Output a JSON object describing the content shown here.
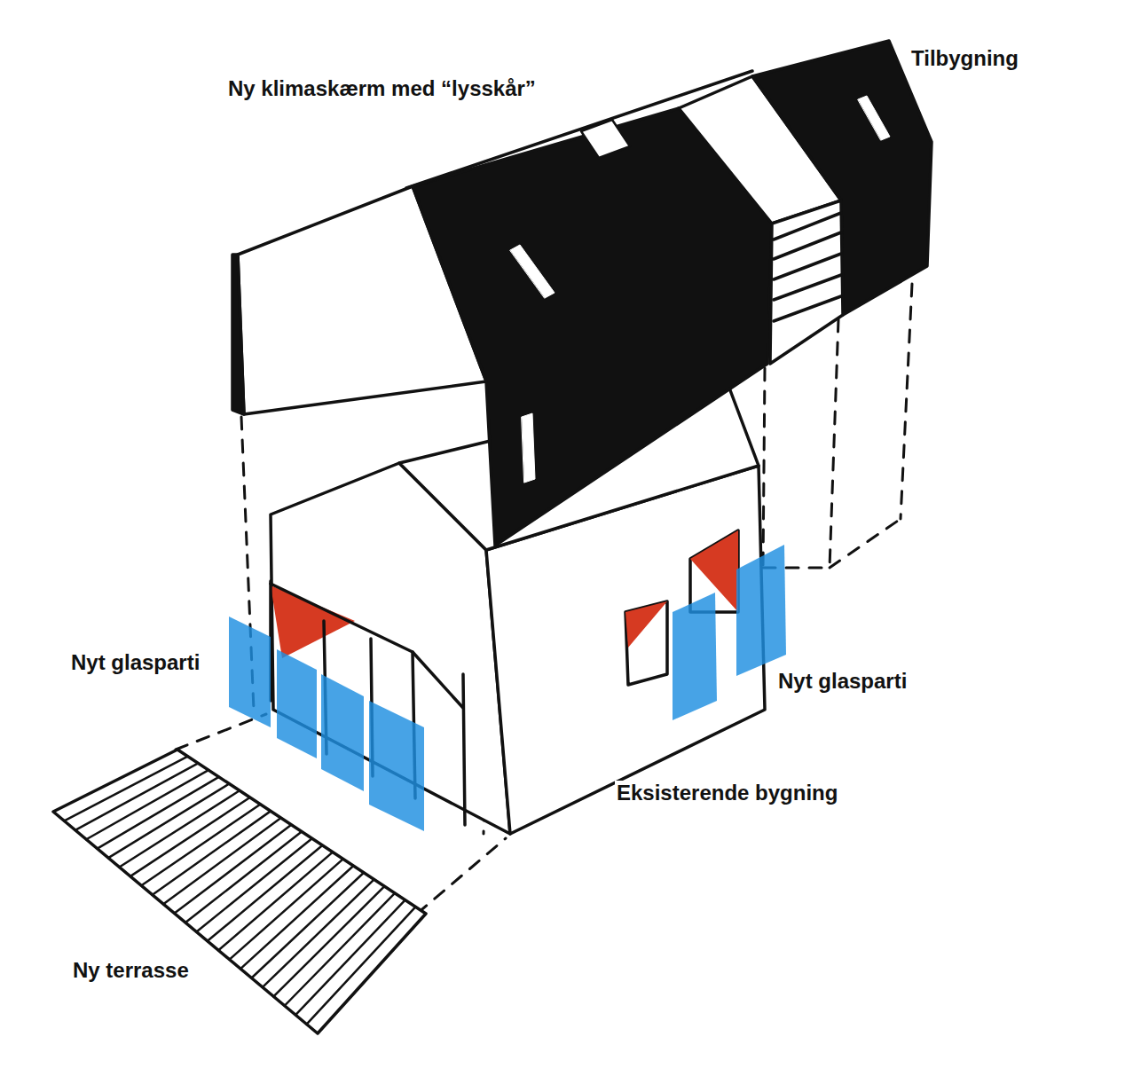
{
  "diagram": {
    "labels": [
      "Ny klimaskærm med “lysskår”",
      "Tilbygning",
      "Nyt glasparti",
      "Nyt glasparti",
      "Eksisterende bygning",
      "Ny terrasse"
    ]
  }
}
